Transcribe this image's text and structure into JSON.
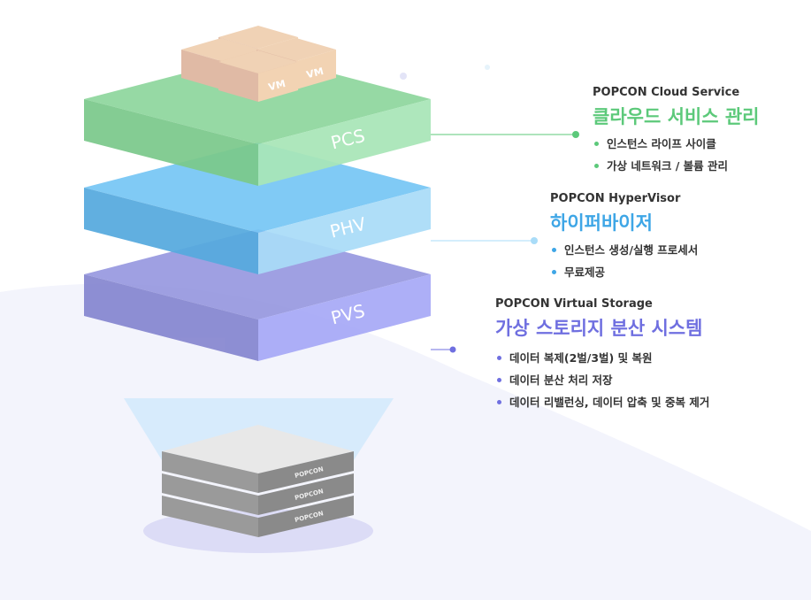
{
  "layers": [
    {
      "id": "pcs",
      "label": "PCS",
      "color": "#5cc97a",
      "subtitle": "POPCON Cloud Service",
      "heading": "클라우드 서비스 관리",
      "bullets": [
        "인스턴스 라이프 사이클",
        "가상 네트워크 / 볼륨 관리"
      ]
    },
    {
      "id": "phv",
      "label": "PHV",
      "color": "#3ea6e6",
      "subtitle": "POPCON HyperVisor",
      "heading": "하이퍼바이저",
      "bullets": [
        "인스턴스 생성/실행 프로세서",
        "무료제공"
      ]
    },
    {
      "id": "pvs",
      "label": "PVS",
      "color": "#6f6fe0",
      "subtitle": "POPCON Virtual Storage",
      "heading": "가상 스토리지 분산 시스템",
      "bullets": [
        "데이터 복제(2벌/3벌) 및 복원",
        "데이터 분산 처리 저장",
        "데이터 리밸런싱, 데이터 압축 및 중복 제거"
      ]
    }
  ],
  "vm_label": "VM",
  "server_brand": "POPCON"
}
